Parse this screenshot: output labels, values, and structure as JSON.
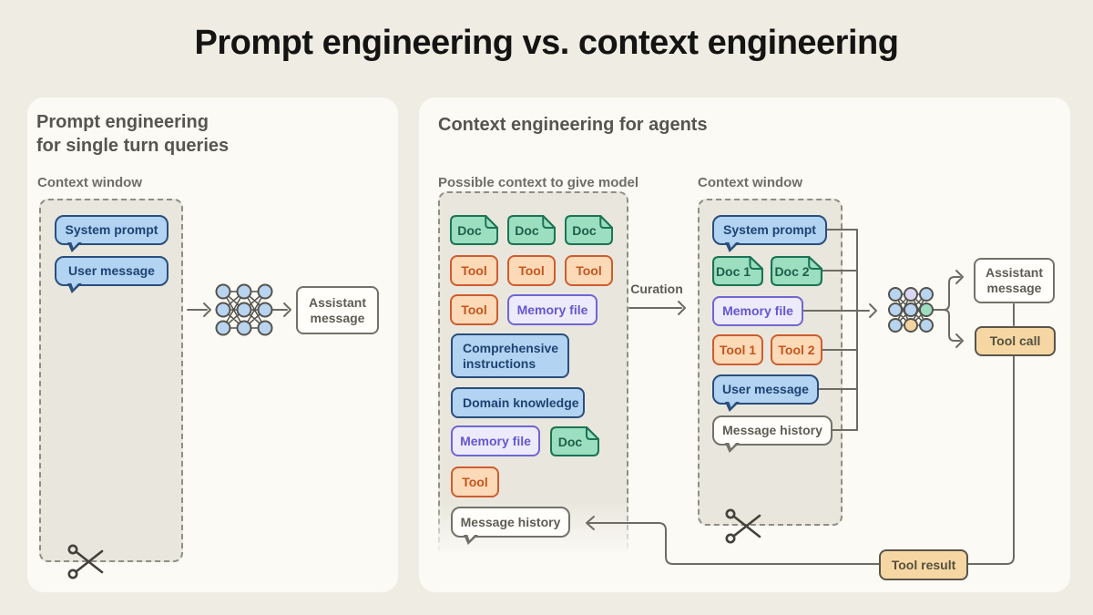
{
  "title": "Prompt engineering vs. context engineering",
  "left_panel": {
    "heading": "Prompt engineering\nfor single turn queries",
    "context_window_label": "Context window",
    "system_prompt": "System prompt",
    "user_message": "User message",
    "assistant_message": "Assistant\nmessage"
  },
  "right_panel": {
    "heading": "Context engineering for agents",
    "possible_label": "Possible context to give model",
    "curation_label": "Curation",
    "context_window_label": "Context window",
    "possible_items": {
      "doc": "Doc",
      "tool": "Tool",
      "memory_file": "Memory file",
      "comprehensive": "Comprehensive\ninstructions",
      "domain": "Domain knowledge",
      "message_history": "Message history"
    },
    "window_items": {
      "system_prompt": "System prompt",
      "doc1": "Doc 1",
      "doc2": "Doc 2",
      "memory_file": "Memory file",
      "tool1": "Tool 1",
      "tool2": "Tool 2",
      "user_message": "User message",
      "message_history": "Message history"
    },
    "assistant_message": "Assistant\nmessage",
    "tool_call": "Tool call",
    "tool_result": "Tool result"
  },
  "icons": {
    "model": "neural-network-icon",
    "scissors": "scissors-icon",
    "arrow": "arrow-connector"
  },
  "palette": {
    "page_bg": "#efede3",
    "panel_bg": "#fbfaf5",
    "dashed_box_bg": "#e9e7dd",
    "dashed_border": "#8e8e86",
    "blue_fill": "#b2d3f1",
    "blue_border": "#2a4e7d",
    "green_fill": "#9bdec0",
    "green_border": "#1b7354",
    "orange_fill": "#fcdab8",
    "orange_border": "#cf5c2e",
    "purple_fill": "#edeafb",
    "purple_border": "#7165d3",
    "tan_fill": "#f6d7a3",
    "connector": "#6e6b64",
    "title_color": "#141413"
  }
}
